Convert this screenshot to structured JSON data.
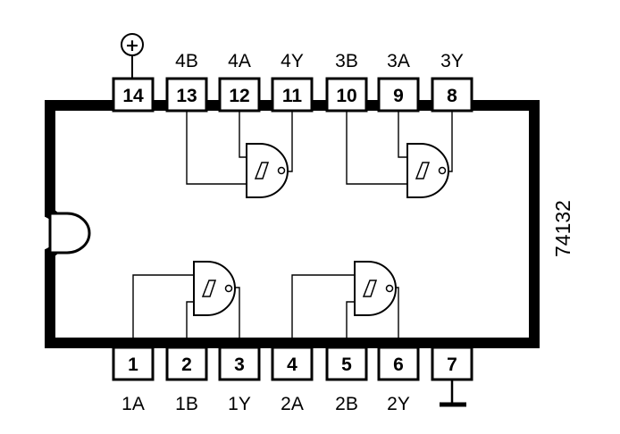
{
  "part_number": "74132",
  "vcc_symbol": "+",
  "top_pins": [
    {
      "number": "14",
      "label": ""
    },
    {
      "number": "13",
      "label": "4B"
    },
    {
      "number": "12",
      "label": "4A"
    },
    {
      "number": "11",
      "label": "4Y"
    },
    {
      "number": "10",
      "label": "3B"
    },
    {
      "number": "9",
      "label": "3A"
    },
    {
      "number": "8",
      "label": "3Y"
    }
  ],
  "bottom_pins": [
    {
      "number": "1",
      "label": "1A"
    },
    {
      "number": "2",
      "label": "1B"
    },
    {
      "number": "3",
      "label": "1Y"
    },
    {
      "number": "4",
      "label": "2A"
    },
    {
      "number": "5",
      "label": "2B"
    },
    {
      "number": "6",
      "label": "2Y"
    },
    {
      "number": "7",
      "label": ""
    }
  ],
  "icons": {
    "vcc": "vcc-power-icon",
    "ground": "ground-icon",
    "gate": "schmitt-nand-gate-icon"
  }
}
